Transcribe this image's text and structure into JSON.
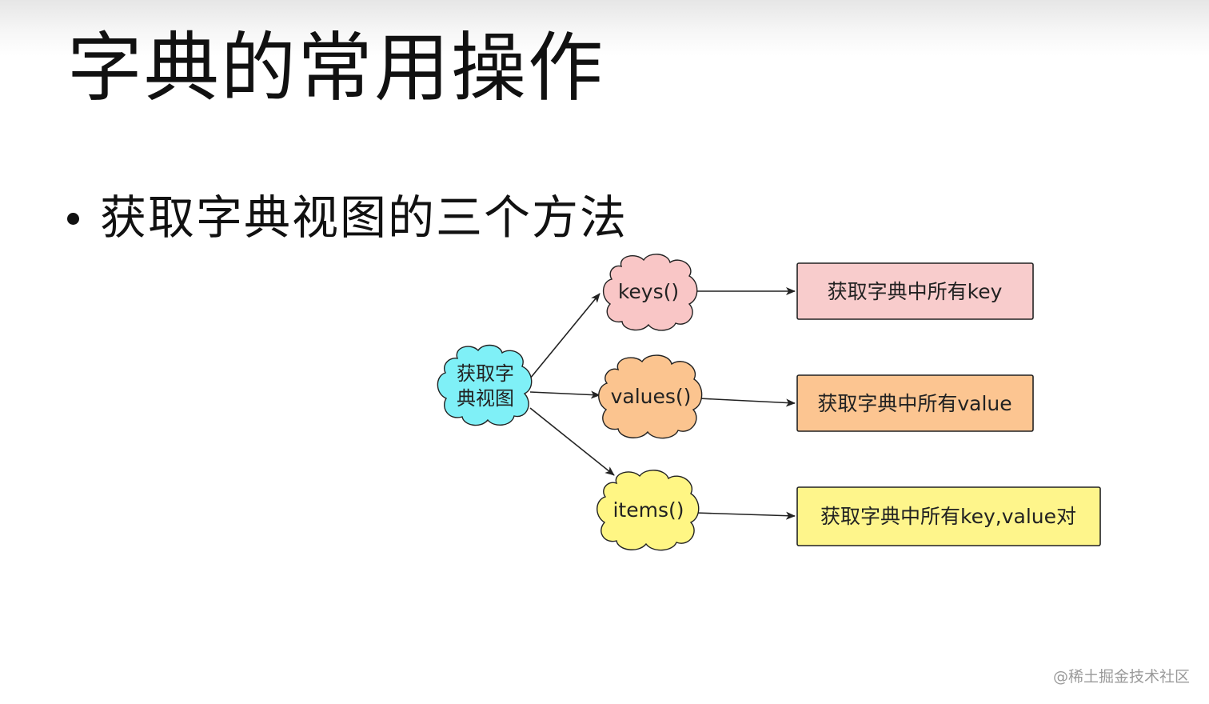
{
  "slide": {
    "title": "字典的常用操作",
    "bullet": "获取字典视图的三个方法",
    "watermark": "@稀土掘金技术社区"
  },
  "diagram": {
    "root": {
      "label_line1": "获取字",
      "label_line2": "典视图",
      "color": "#7ff0f7"
    },
    "methods": [
      {
        "method": "keys()",
        "description": "获取字典中所有key",
        "cloud_color": "#f9c6c6",
        "box_color": "#f8cccc"
      },
      {
        "method": "values()",
        "description": "获取字典中所有value",
        "cloud_color": "#fbc48f",
        "box_color": "#fcc591"
      },
      {
        "method": "items()",
        "description": "获取字典中所有key,value对",
        "cloud_color": "#fff684",
        "box_color": "#fef58b"
      }
    ]
  }
}
